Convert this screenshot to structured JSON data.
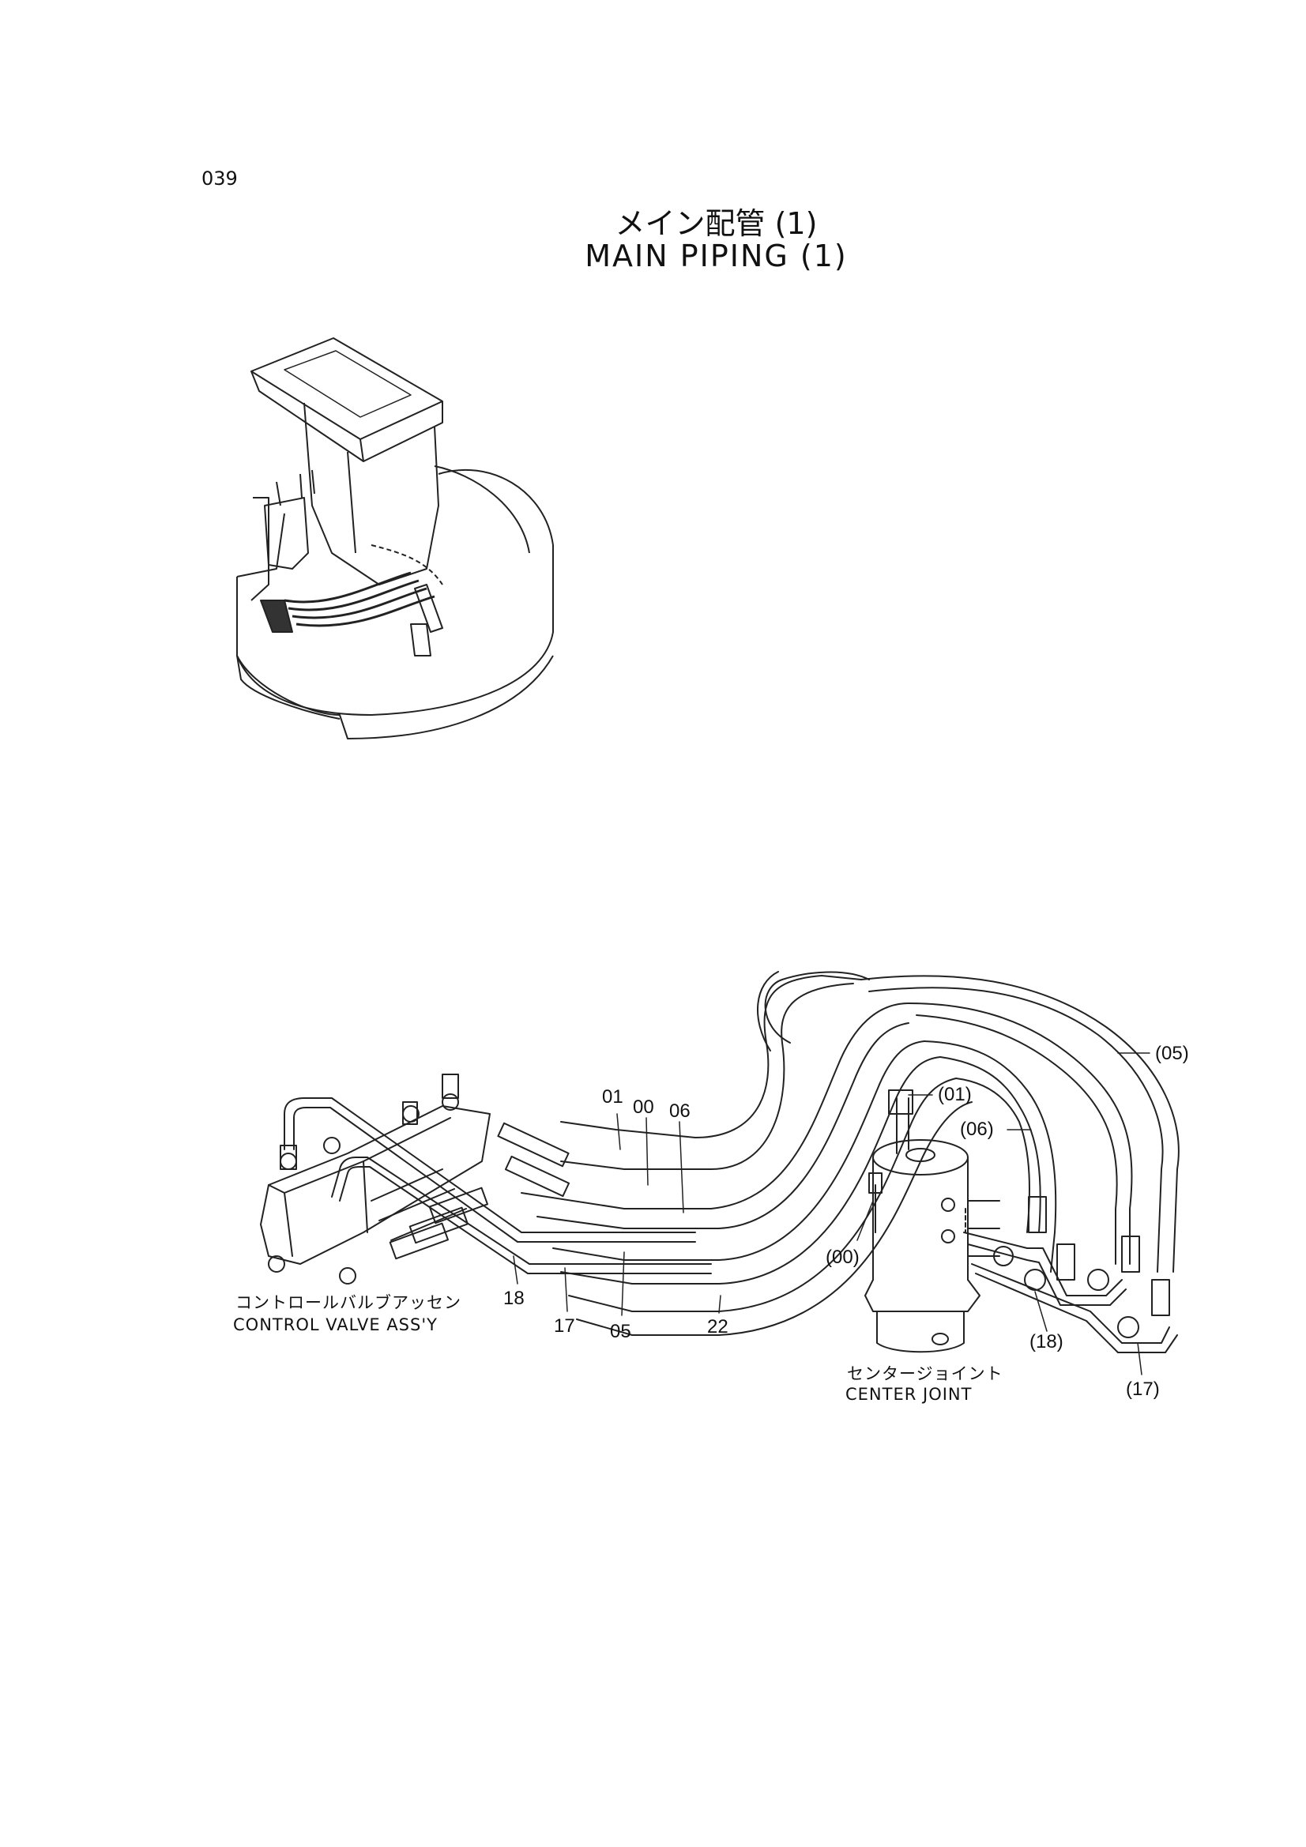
{
  "page_number": "039",
  "title": {
    "japanese": "メイン配管 (1)",
    "english": "MAIN PIPING (1)"
  },
  "components": {
    "control_valve": {
      "japanese": "コントロールバルブアッセン",
      "english": "CONTROL VALVE ASS'Y"
    },
    "center_joint": {
      "japanese": "センタージョイント",
      "english": "CENTER JOINT"
    }
  },
  "callouts": {
    "c01": "01",
    "c00": "00",
    "c06": "06",
    "c18": "18",
    "c17": "17",
    "c05": "05",
    "c22": "22",
    "p05": "(05)",
    "p01": "(01)",
    "p06": "(06)",
    "p00": "(00)",
    "p18": "(18)",
    "p17": "(17)"
  }
}
